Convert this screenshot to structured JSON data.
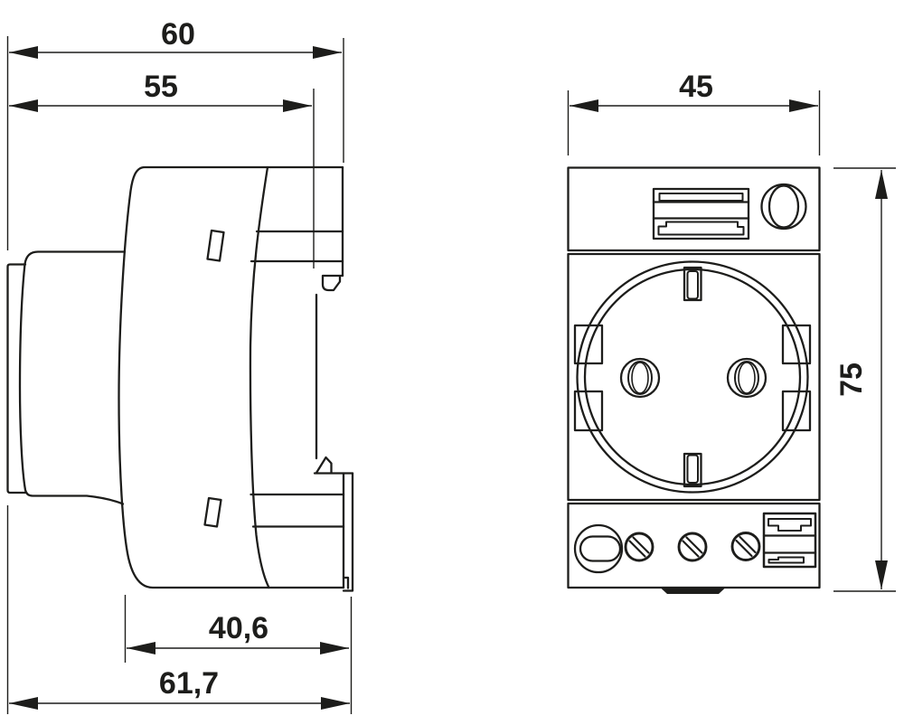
{
  "drawing": {
    "background": "#ffffff",
    "line_color": "#1d1d1b",
    "description": "Two-view dimensional drawing of a DIN-rail Schuko socket outlet: side view (left) and front view (right)",
    "dimensions": {
      "total_width": "60",
      "housing_width": "55",
      "front_width": "45",
      "front_height": "75",
      "body_depth": "40,6",
      "total_depth": "61,7"
    }
  }
}
